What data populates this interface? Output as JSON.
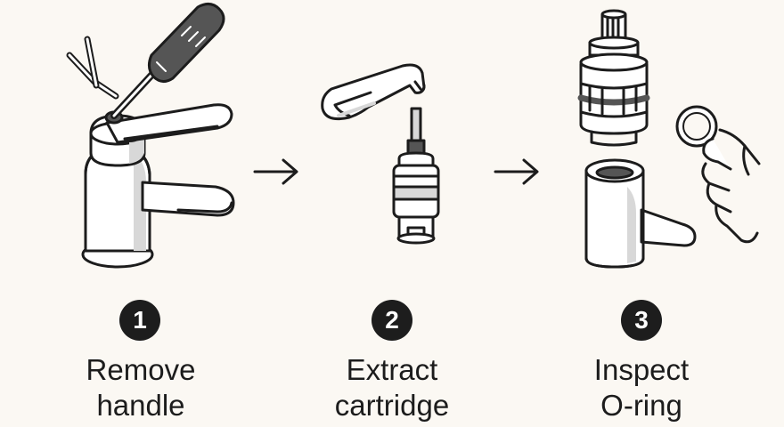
{
  "steps": [
    {
      "number": "1",
      "line1": "Remove",
      "line2": "handle",
      "illustration": "faucet-with-screwdriver-and-hex-key"
    },
    {
      "number": "2",
      "line1": "Extract",
      "line2": "cartridge",
      "illustration": "lifted-handle-and-cartridge"
    },
    {
      "number": "3",
      "line1": "Inspect",
      "line2": "O-ring",
      "illustration": "cartridge-faucet-body-and-hand-with-o-ring"
    }
  ],
  "arrows": [
    "arrow-right-icon",
    "arrow-right-icon"
  ],
  "colors": {
    "background": "#fbf8f3",
    "ink": "#1c1c1c",
    "shade": "#d8d8d8",
    "dark_shade": "#555555",
    "badge": "#1d1d1d"
  }
}
